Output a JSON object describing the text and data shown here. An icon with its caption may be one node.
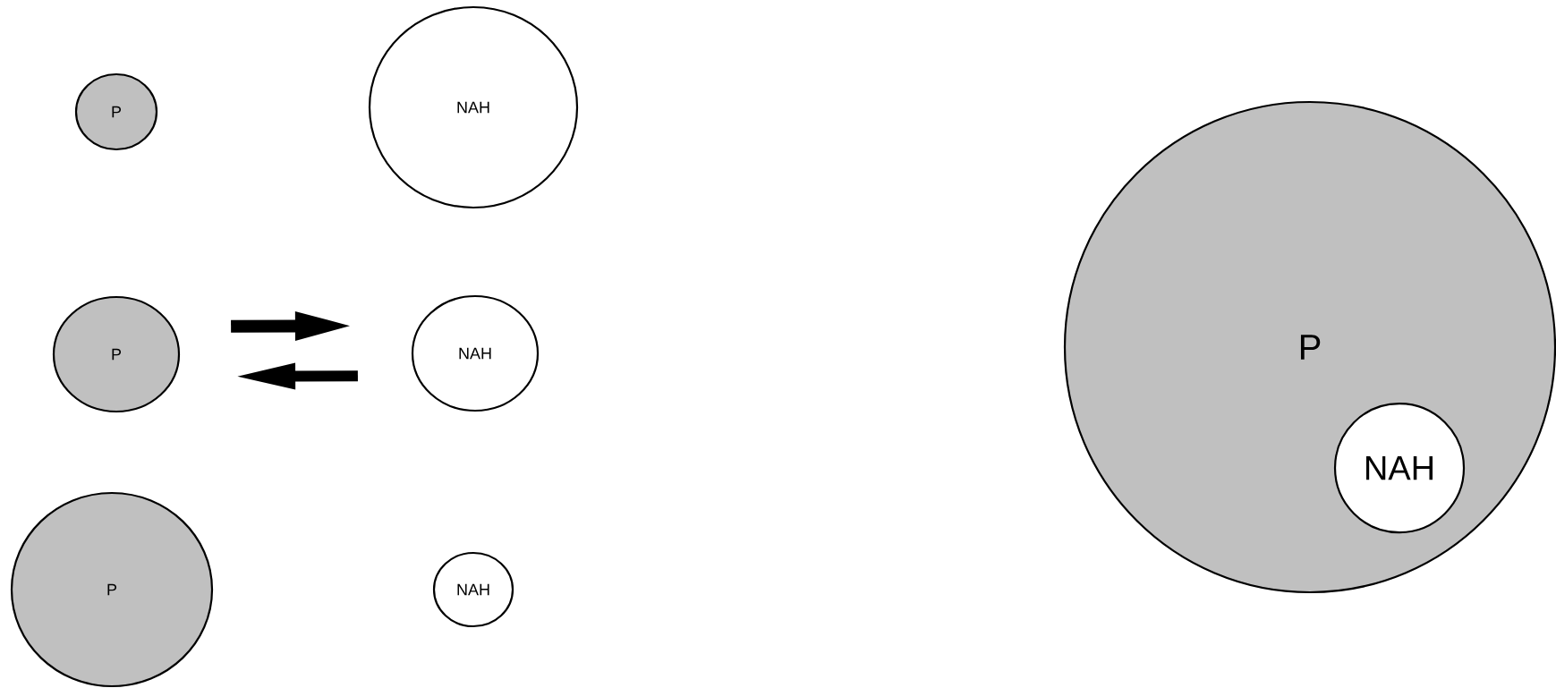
{
  "diagram": {
    "nodes": [
      {
        "text": [
          "P"
        ]
      },
      {
        "text": [
          "NAH"
        ]
      },
      {
        "text": [
          "P"
        ]
      },
      {
        "text": [
          "NAH"
        ]
      },
      {
        "text": [
          "P"
        ]
      },
      {
        "text": [
          "NAH"
        ]
      },
      {
        "text": [
          "P"
        ]
      },
      {
        "text": [
          "NAH"
        ],
        "in": 6
      }
    ],
    "edges": [
      {
        "from": 2,
        "to": 3,
        "arrow": "to"
      },
      {
        "from": 3,
        "to": 2,
        "arrow": "to"
      }
    ]
  }
}
